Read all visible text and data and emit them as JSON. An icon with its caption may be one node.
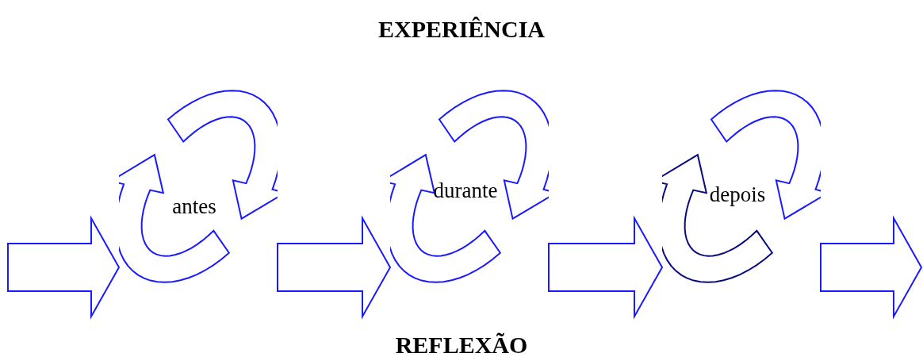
{
  "diagram": {
    "nodes": [
      {
        "text": [
          "antes"
        ]
      },
      {
        "text": [
          "durante"
        ]
      },
      {
        "text": [
          "depois"
        ]
      }
    ],
    "edges": [
      {
        "from": null,
        "to": 0,
        "arrow": "to"
      },
      {
        "from": 0,
        "to": 1,
        "arrow": "to"
      },
      {
        "from": 1,
        "to": 2,
        "arrow": "to"
      },
      {
        "from": 2,
        "to": null,
        "arrow": "to"
      }
    ],
    "labels": [
      "EXPERIÊNCIA",
      "REFLEXÃO"
    ]
  }
}
